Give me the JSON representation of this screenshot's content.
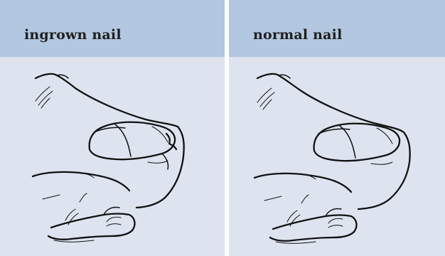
{
  "panels": [
    {
      "title": "ingrown nail",
      "nail_type": "ingrown"
    },
    {
      "title": "normal nail",
      "nail_type": "normal"
    }
  ],
  "colors": {
    "header_background": "#b3c7e0",
    "body_background": "#dde4ef",
    "line": "#111111"
  },
  "icons": [
    "toe-illustration"
  ]
}
